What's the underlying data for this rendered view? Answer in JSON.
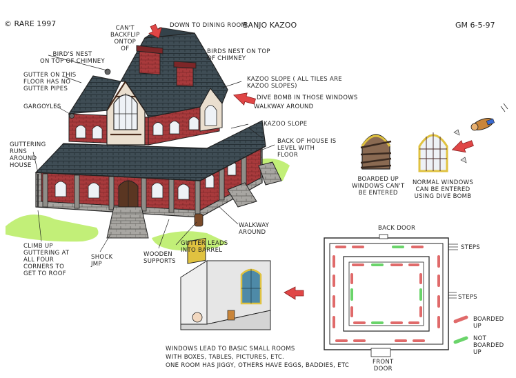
{
  "header": {
    "copyright": "© RARE 1997",
    "title": "BANJO KAZOO",
    "signature": "GM 6-5-97"
  },
  "labels": {
    "cant_backflip": "CAN'T\nBACKFLIP\nONTOP\nOF",
    "down_dining": "DOWN TO DINING ROOM",
    "birds_nest_left": "BIRD'S NEST\nON TOP OF CHIMNEY",
    "birds_nest_right": "BIRDS NEST ON TOP\nOF CHIMNEY",
    "gutter_floor": "GUTTER ON THIS\nFLOOR HAS NO\nGUTTER PIPES",
    "kazoo_slope_top": "KAZOO SLOPE ( ALL TILES ARE\nKAZOO SLOPES)",
    "dive_bomb": "DIVE BOMB IN THOSE WINDOWS",
    "walkway_around_top": "WALKWAY AROUND",
    "gargoyles": "GARGOYLES",
    "kazoo_slope_mid": "KAZOO SLOPE",
    "back_of_house": "BACK OF HOUSE IS\nLEVEL WITH\nFLOOR",
    "guttering_runs": "GUTTERING\nRUNS\nAROUND\nHOUSE",
    "boarded_windows": "BOARDED UP\nWINDOWS CAN'T\nBE ENTERED",
    "normal_windows": "NORMAL WINDOWS\nCAN BE ENTERED\nUSING DIVE BOMB",
    "walkway_around_bottom": "WALKWAY\nAROUND",
    "gutter_barrel": "GUTTER LEADS\nINTO BARREL",
    "climb_up": "CLIMB UP\nGUTTERING AT\nALL FOUR\nCORNERS TO\nGET TO ROOF",
    "shock_jump": "SHOCK\nJMP",
    "wooden_supports": "WOODEN\nSUPPORTS",
    "back_door": "BACK DOOR",
    "steps_top": "STEPS",
    "steps_side": "STEPS",
    "front_door": "FRONT\nDOOR",
    "legend_boarded": "BOARDED\nUP",
    "legend_not_boarded": "NOT\nBOARDED\nUP",
    "windows_lead": "WINDOWS LEAD TO BASIC SMALL ROOMS\nWITH BOXES, TABLES, PICTURES, ETC.\nONE ROOM HAS JIGGY, OTHERS HAVE EGGS, BADDIES, ETC"
  },
  "colors": {
    "roof": "#3d4b52",
    "roof_dark": "#2a3338",
    "brick": "#a83a3c",
    "brick_dark": "#7d2628",
    "stone": "#9a9a98",
    "timber": "#4a2c1c",
    "grass": "#b8ec6a",
    "window_glass": "#eef2f6",
    "window_frame": "#e0c240",
    "boarded": "#e06a6a",
    "not_boarded": "#6ad46a",
    "ink": "#1a1a1a"
  }
}
